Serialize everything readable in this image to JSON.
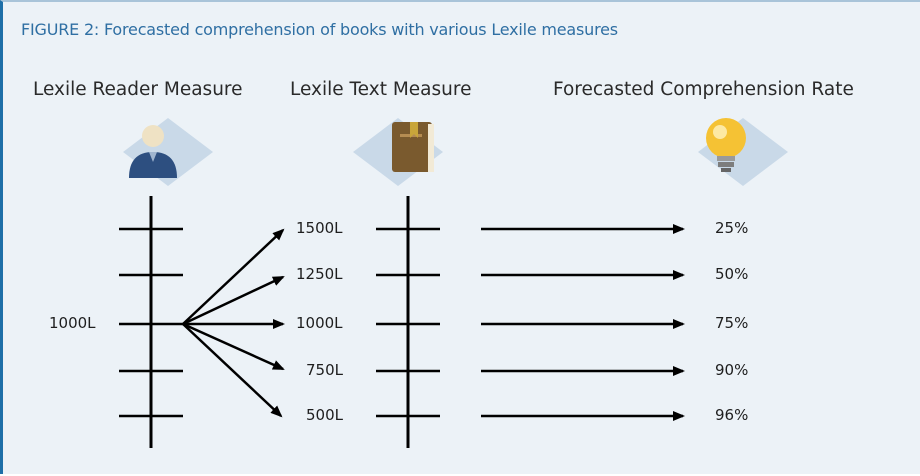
{
  "figure": {
    "title": "FIGURE 2: Forecasted comprehension of books with various Lexile measures",
    "columns": {
      "reader": "Lexile Reader Measure",
      "text": "Lexile Text Measure",
      "rate": "Forecasted Comprehension Rate"
    },
    "icons": {
      "reader": "person-icon",
      "text": "book-icon",
      "rate": "lightbulb-icon"
    },
    "reader_measure": "1000L",
    "text_measures": [
      "1500L",
      "1250L",
      "1000L",
      "750L",
      "500L"
    ],
    "comprehension_rates": [
      "25%",
      "50%",
      "75%",
      "90%",
      "96%"
    ],
    "colors": {
      "border": "#1e6fa8",
      "background": "#ecf2f7",
      "title": "#2f6fa3",
      "bulb": "#f5c234",
      "book": "#7a5a2e",
      "person": "#2d4f80"
    }
  }
}
